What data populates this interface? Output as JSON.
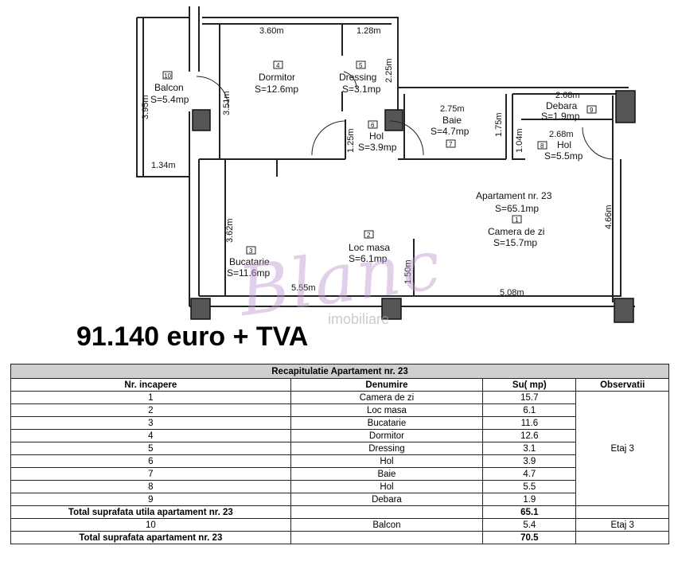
{
  "plan": {
    "dimensions": {
      "d360": "3.60m",
      "d128": "1.28m",
      "d225": "2.25m",
      "d395": "3.95m",
      "d351": "3.51m",
      "d134": "1.34m",
      "d275": "2.75m",
      "d175": "1.75m",
      "d268a": "2.68m",
      "d268b": "2.68m",
      "d104": "1.04m",
      "d125": "1.25m",
      "d362": "3.62m",
      "d466": "4.66m",
      "d150": "1.50m",
      "d555": "5.55m",
      "d508": "5.08m"
    },
    "rooms": {
      "balcon": {
        "num": "10",
        "name": "Balcon",
        "area": "S=5.4mp"
      },
      "dormitor": {
        "num": "4",
        "name": "Dormitor",
        "area": "S=12.6mp"
      },
      "dressing": {
        "num": "5",
        "name": "Dressing",
        "area": "S=3.1mp"
      },
      "hol6": {
        "num": "6",
        "name": "Hol",
        "area": "S=3.9mp"
      },
      "baie": {
        "num": "7",
        "name": "Baie",
        "area": "S=4.7mp"
      },
      "debara": {
        "num": "9",
        "name": "Debara",
        "area": "S=1.9mp"
      },
      "hol8": {
        "num": "8",
        "name": "Hol",
        "area": "S=5.5mp"
      },
      "camera": {
        "num": "1",
        "name": "Camera de zi",
        "area": "S=15.7mp"
      },
      "locmasa": {
        "num": "2",
        "name": "Loc masa",
        "area": "S=6.1mp"
      },
      "bucatarie": {
        "num": "3",
        "name": "Bucatarie",
        "area": "S=11.6mp"
      }
    },
    "apartment_label": "Apartament nr. 23",
    "apartment_area": "S=65.1mp"
  },
  "watermark": {
    "brand": "Blanc",
    "sub": "imobiliare"
  },
  "price": "91.140 euro + TVA",
  "table": {
    "title": "Recapitulatie Apartament nr. 23",
    "headers": [
      "Nr. incapere",
      "Denumire",
      "Su( mp)",
      "Observatii"
    ],
    "rows": [
      {
        "nr": "1",
        "name": "Camera de zi",
        "su": "15.7"
      },
      {
        "nr": "2",
        "name": "Loc masa",
        "su": "6.1"
      },
      {
        "nr": "3",
        "name": "Bucatarie",
        "su": "11.6"
      },
      {
        "nr": "4",
        "name": "Dormitor",
        "su": "12.6"
      },
      {
        "nr": "5",
        "name": "Dressing",
        "su": "3.1"
      },
      {
        "nr": "6",
        "name": "Hol",
        "su": "3.9"
      },
      {
        "nr": "7",
        "name": "Baie",
        "su": "4.7"
      },
      {
        "nr": "8",
        "name": "Hol",
        "su": "5.5"
      },
      {
        "nr": "9",
        "name": "Debara",
        "su": "1.9"
      }
    ],
    "obs_main": "Etaj 3",
    "total_utila_label": "Total suprafata utila apartament nr. 23",
    "total_utila_value": "65.1",
    "balcon": {
      "nr": "10",
      "name": "Balcon",
      "su": "5.4",
      "obs": "Etaj 3"
    },
    "total_label": "Total suprafata apartament nr. 23",
    "total_value": "70.5"
  }
}
